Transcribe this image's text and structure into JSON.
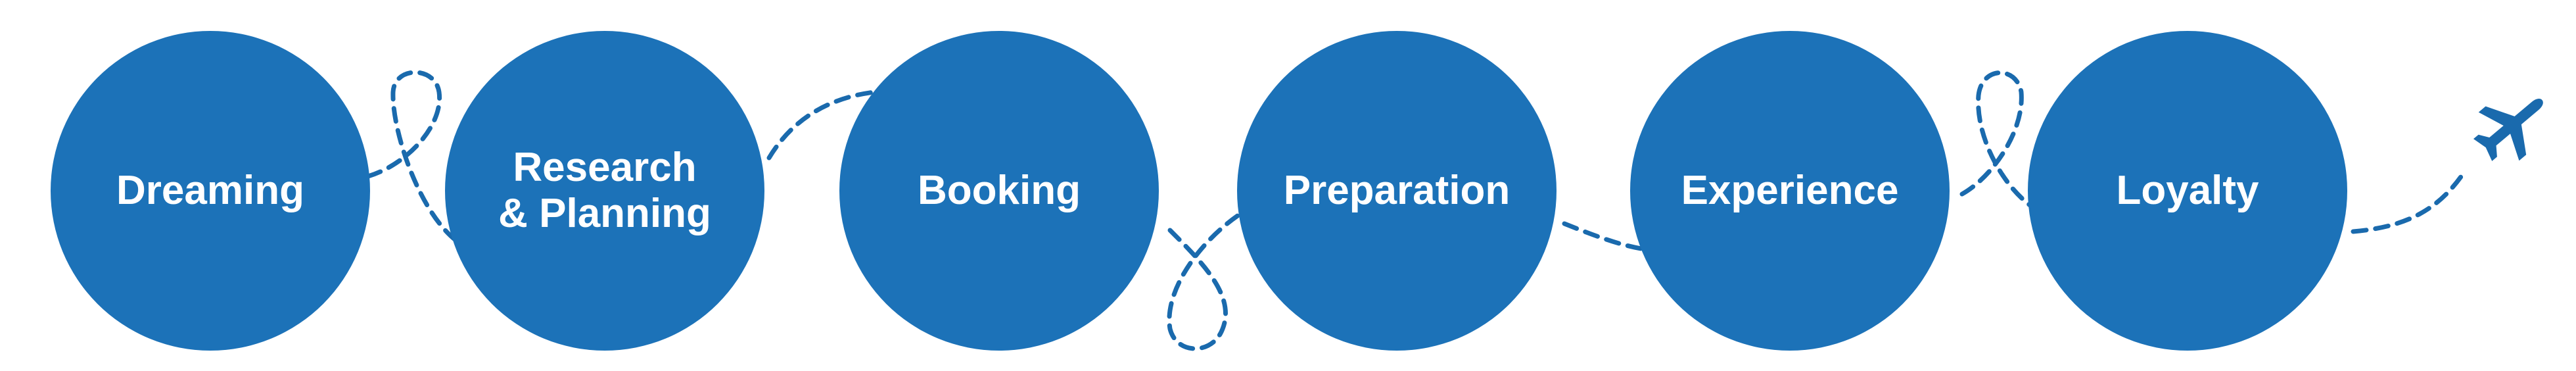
{
  "colors": {
    "circle_fill": "#1c72b8",
    "path_stroke": "#1a6aad",
    "label_text": "#ffffff",
    "background": "#ffffff"
  },
  "stages": [
    {
      "lines": [
        "Dreaming"
      ]
    },
    {
      "lines": [
        "Research",
        "& Planning"
      ]
    },
    {
      "lines": [
        "Booking"
      ]
    },
    {
      "lines": [
        "Preparation"
      ]
    },
    {
      "lines": [
        "Experience"
      ]
    },
    {
      "lines": [
        "Loyalty"
      ]
    }
  ],
  "decorations": {
    "end_icon": "airplane-icon"
  }
}
